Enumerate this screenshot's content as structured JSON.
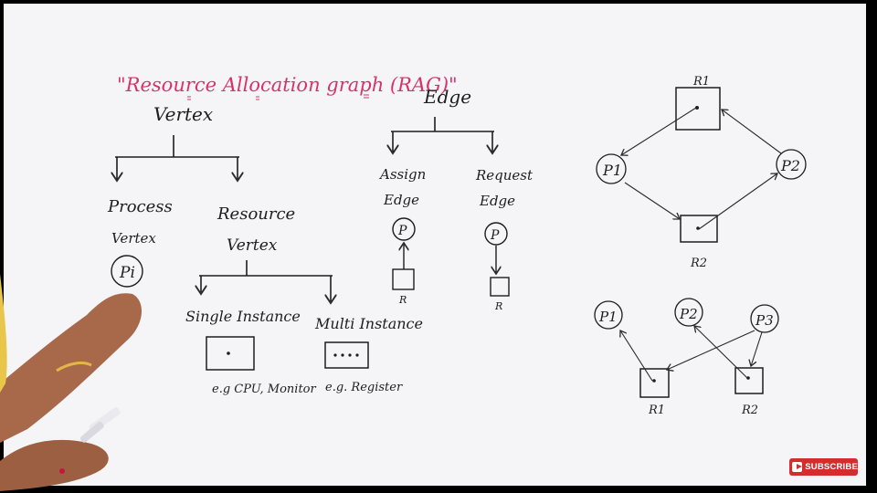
{
  "title": "\"Resource Allocation graph (RAG)\"",
  "vertex": {
    "label": "Vertex",
    "process": {
      "line1": "Process",
      "line2": "Vertex",
      "symbol": "Pi"
    },
    "resource": {
      "line1": "Resource",
      "line2": "Vertex",
      "single": {
        "label": "Single Instance",
        "example": "e.g CPU, Monitor"
      },
      "multi": {
        "label": "Multi Instance",
        "example": "e.g. Register"
      }
    }
  },
  "edge": {
    "label": "Edge",
    "assign": {
      "line1": "Assign",
      "line2": "Edge",
      "p": "P",
      "r": "R"
    },
    "request": {
      "line1": "Request",
      "line2": "Edge",
      "p": "P",
      "r": "R"
    }
  },
  "graph1": {
    "r1": "R1",
    "r2": "R2",
    "p1": "P1",
    "p2": "P2"
  },
  "graph2": {
    "p1": "P1",
    "p2": "P2",
    "p3": "P3",
    "r1": "R1",
    "r2": "R2"
  },
  "subscribe": {
    "label": "SUBSCRIBE"
  },
  "colors": {
    "board": "#f5f5f7",
    "ink": "#1d1d22",
    "title": "#d6336c",
    "subscribe": "#d32d2d"
  }
}
